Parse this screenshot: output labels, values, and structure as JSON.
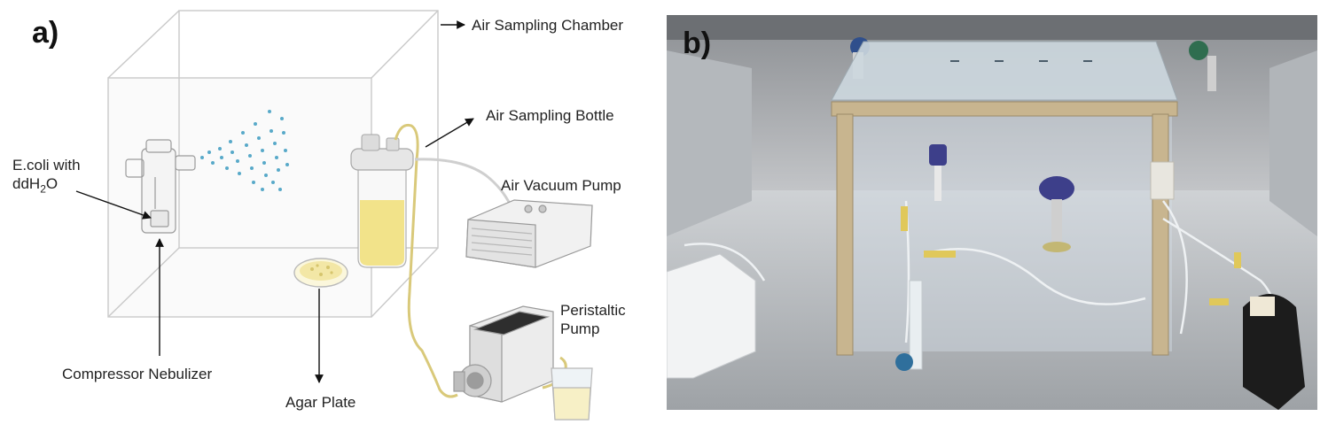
{
  "panel_a": {
    "panel_label": "a)",
    "labels": {
      "chamber": "Air Sampling Chamber",
      "bottle": "Air Sampling Bottle",
      "vacuum_pump": "Air Vacuum Pump",
      "ecoli_line1": "E.coli with",
      "ecoli_line2_main": "ddH",
      "ecoli_line2_sub": "2",
      "ecoli_line2_end": "O",
      "peristaltic_line1": "Peristaltic",
      "peristaltic_line2": "Pump",
      "nebulizer": "Compressor Nebulizer",
      "agar": "Agar Plate"
    }
  },
  "panel_b": {
    "panel_label": "b)"
  },
  "colors": {
    "liquid_yellow": "#f2e38a",
    "tube_yellow": "#d9c97a",
    "droplet_blue": "#58a9c9",
    "photo_bg": "#b9bcc0",
    "frame_aluminum": "#c8b58f",
    "cap_blue": "#3d3f8a"
  }
}
